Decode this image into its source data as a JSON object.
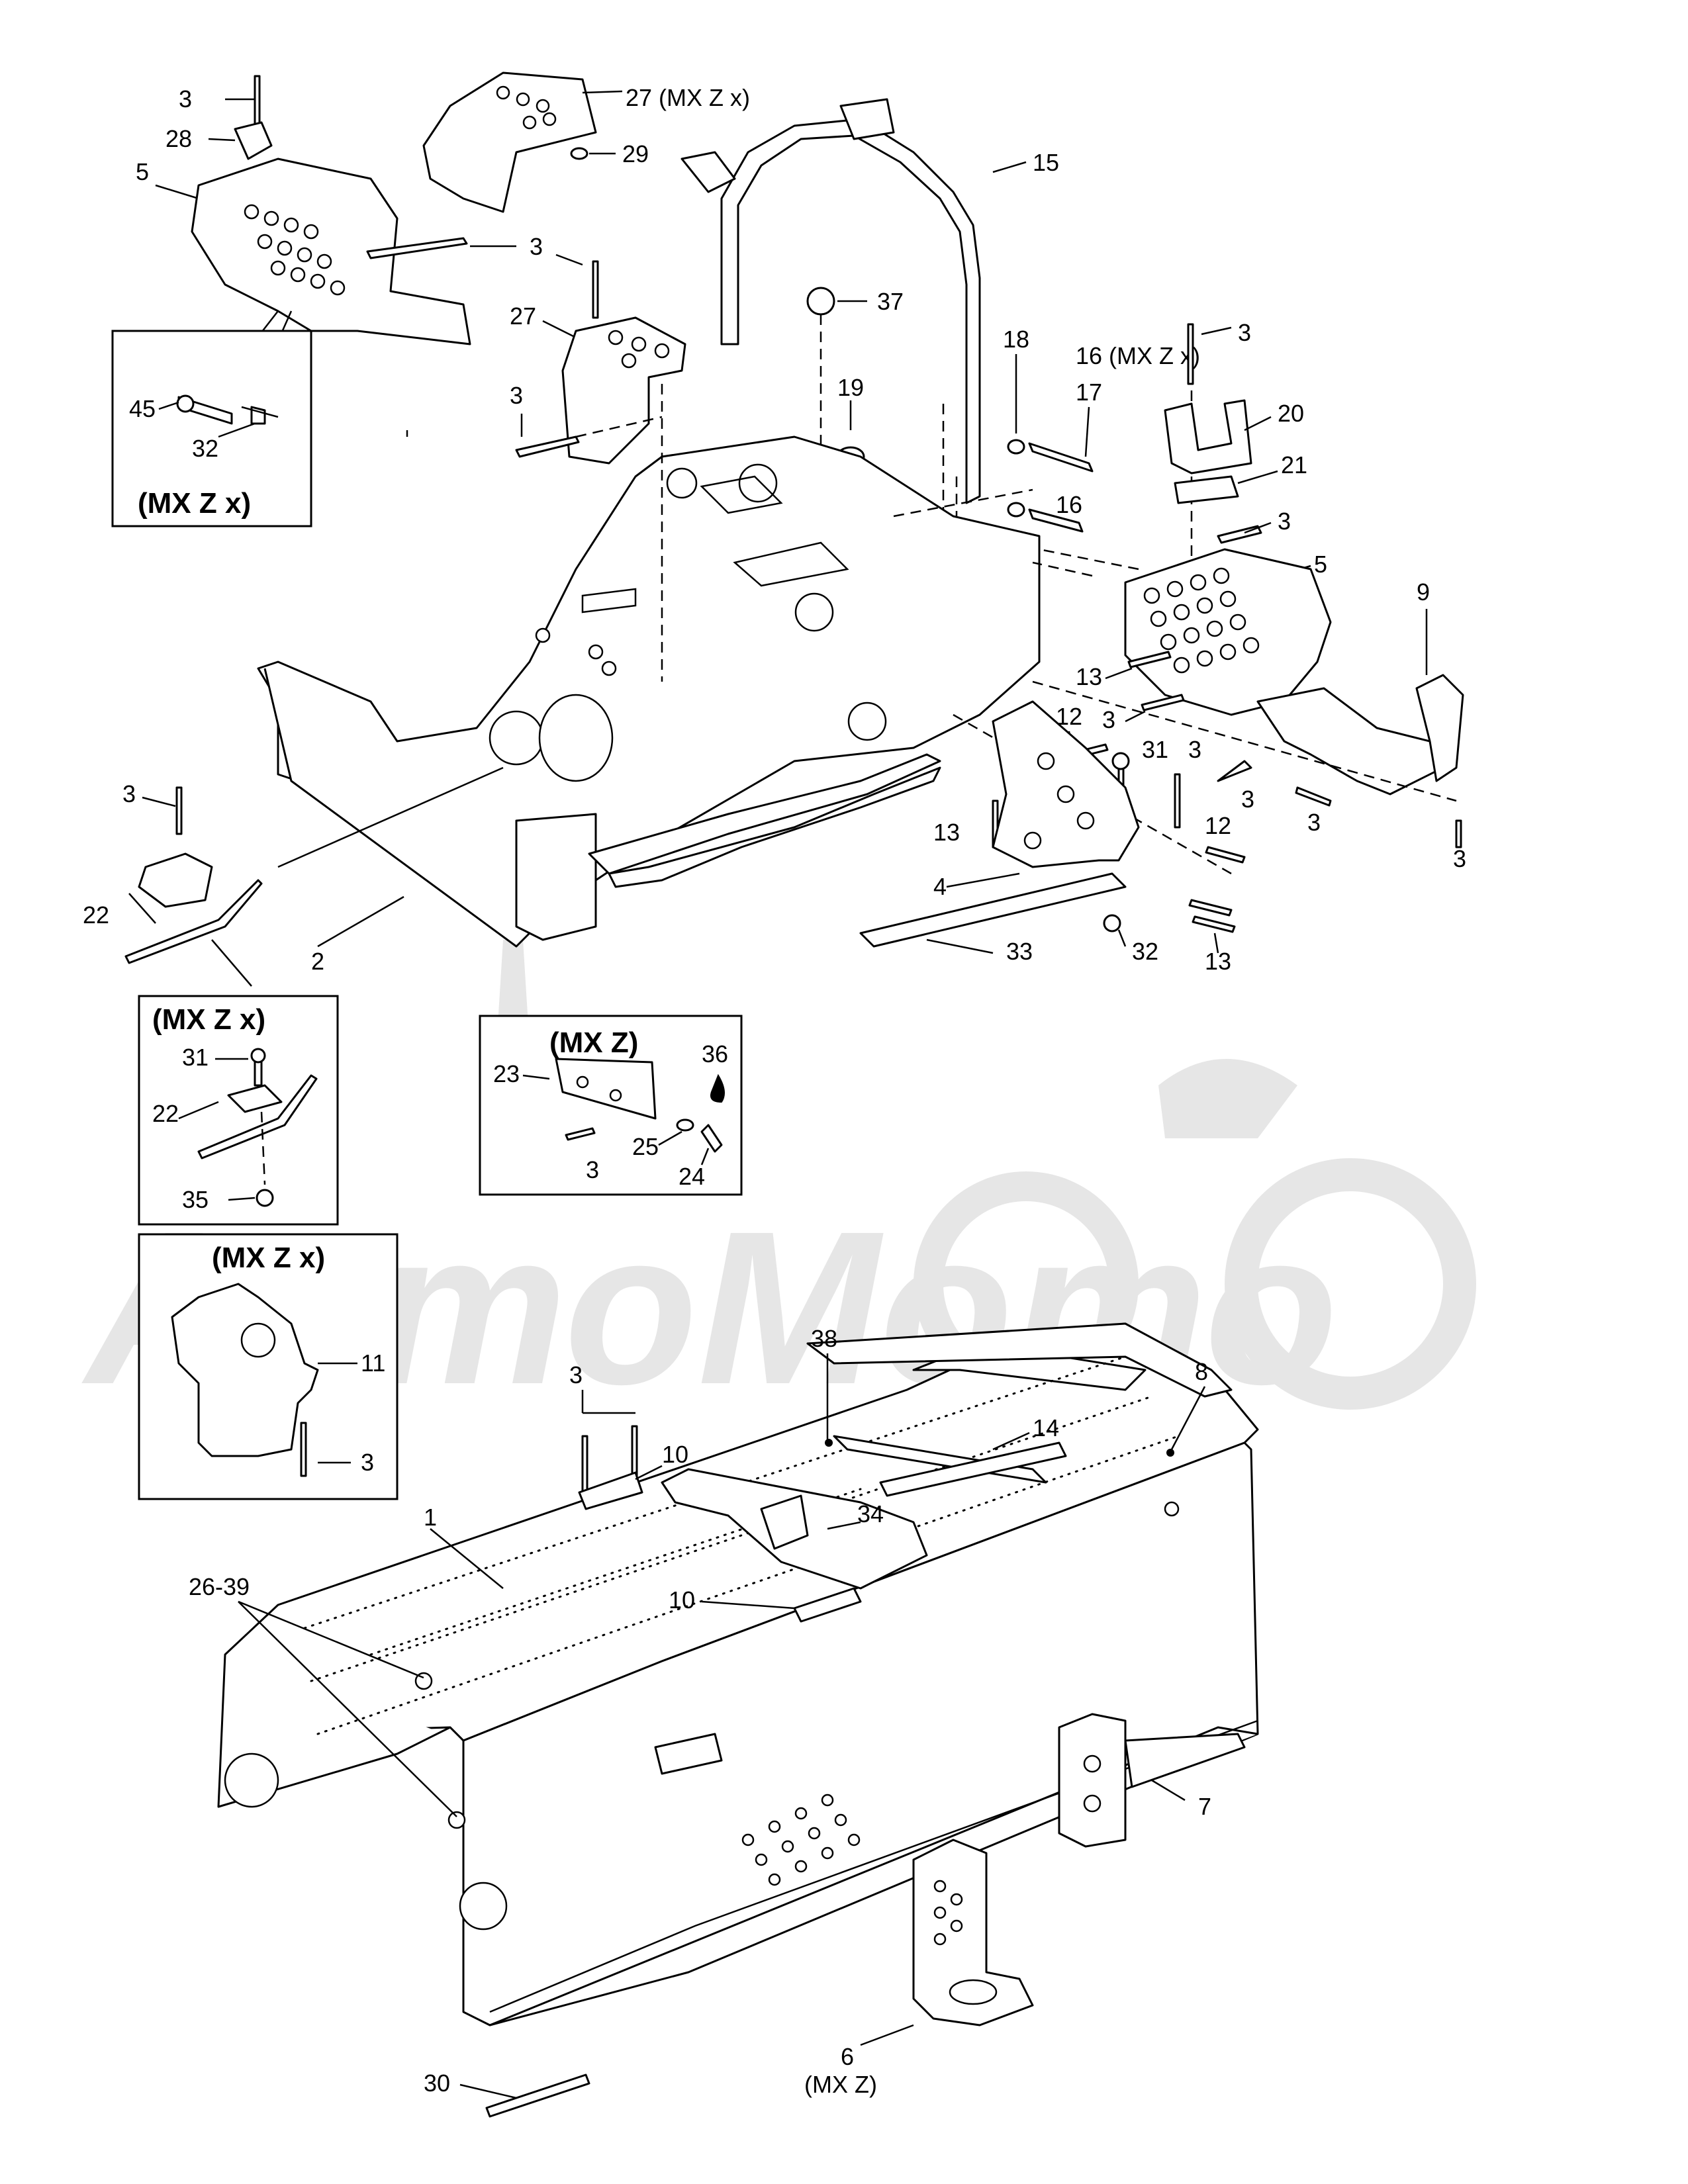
{
  "watermark": {
    "text": "АвтоМото"
  },
  "callouts": {
    "c1": "1",
    "c2": "2",
    "c3": "3",
    "c4": "4",
    "c5": "5",
    "c6": "6",
    "c7": "7",
    "c8": "8",
    "c9": "9",
    "c10": "10",
    "c11": "11",
    "c12": "12",
    "c13": "13",
    "c14": "14",
    "c15": "15",
    "c16": "16",
    "c16mxzx": "16 (MX Z x)",
    "c17": "17",
    "c18": "18",
    "c19": "19",
    "c20": "20",
    "c21": "21",
    "c22": "22",
    "c23": "23",
    "c24": "24",
    "c25": "25",
    "c26_39": "26-39",
    "c27": "27",
    "c27mxzx": "27 (MX Z x)",
    "c28": "28",
    "c29": "29",
    "c30": "30",
    "c31": "31",
    "c32": "32",
    "c33": "33",
    "c34": "34",
    "c35": "35",
    "c36": "36",
    "c37": "37",
    "c38": "38",
    "c45": "45",
    "mxz_note": "(MX Z)"
  },
  "boxes": {
    "top_left": "(MX Z x)",
    "mid_left": "(MX Z x)",
    "mid_center": "(MX Z)",
    "lower_left": "(MX Z x)"
  }
}
